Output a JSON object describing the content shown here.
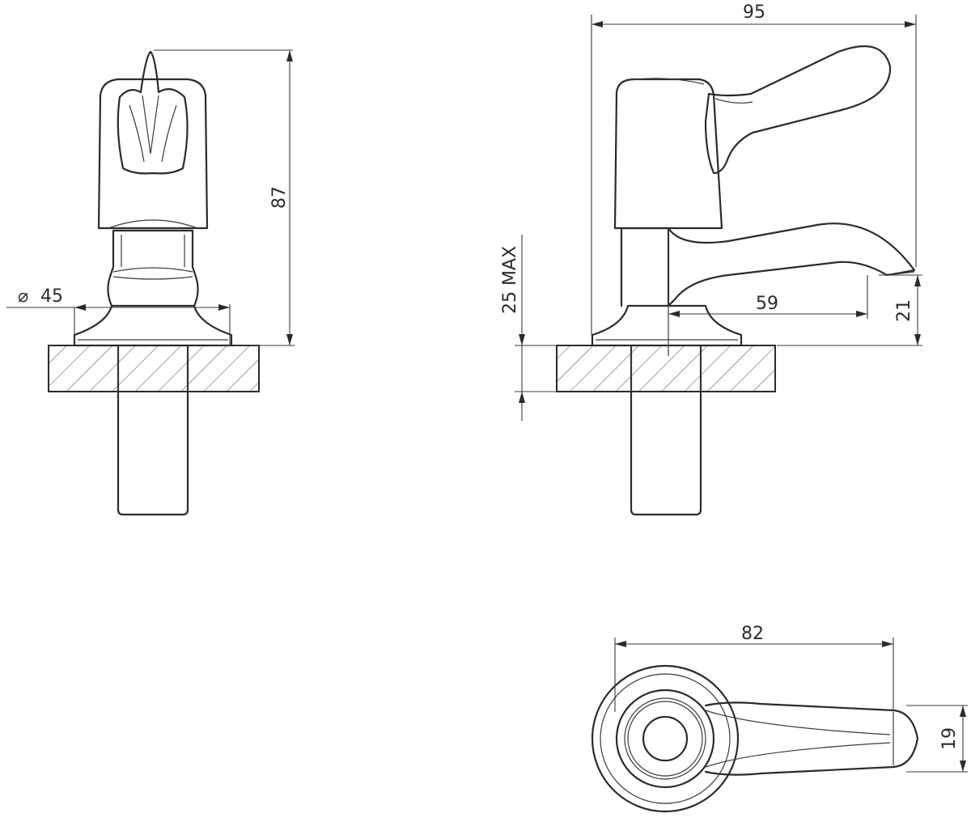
{
  "dimensions": {
    "diameter_base": "45",
    "total_height": "87",
    "overall_length": "95",
    "spout_reach": "59",
    "spout_height": "21",
    "max_mount_thickness": "25 MAX",
    "handle_length": "82",
    "handle_width": "19"
  },
  "symbols": {
    "diameter": "⌀"
  },
  "colors": {
    "line": "#2b2b2b",
    "background": "#ffffff"
  }
}
